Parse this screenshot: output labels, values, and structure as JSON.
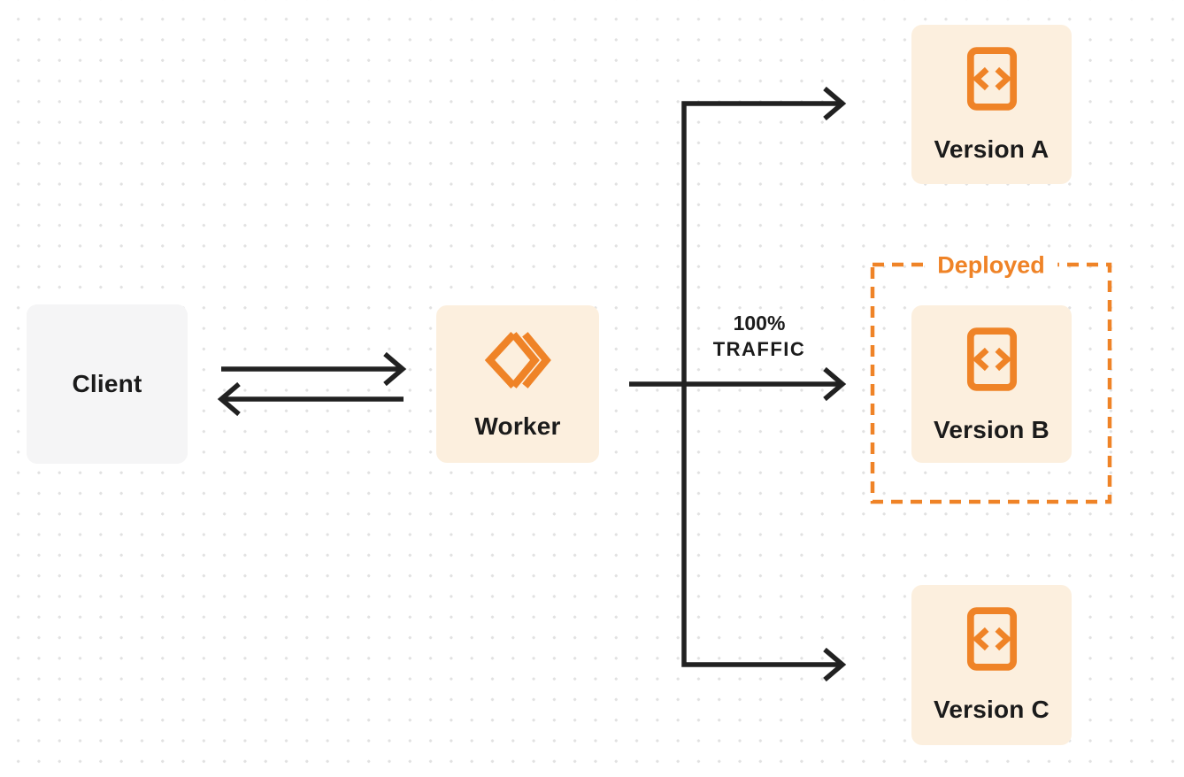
{
  "colors": {
    "accent_orange": "#EF8327",
    "box_peach": "#FCEFDE",
    "box_gray": "#F5F5F6",
    "arrow_ink": "#212121",
    "text_dark": "#1B1B1B",
    "dot_grid": "#E1E1E1",
    "canvas_bg": "#FFFFFF"
  },
  "nodes": {
    "client": {
      "label": "Client"
    },
    "worker": {
      "label": "Worker",
      "icon": "workers-logo-icon"
    },
    "version_a": {
      "label": "Version A",
      "icon": "code-file-icon"
    },
    "version_b": {
      "label": "Version B",
      "icon": "code-file-icon"
    },
    "version_c": {
      "label": "Version C",
      "icon": "code-file-icon"
    }
  },
  "annotations": {
    "deployed_label": "Deployed",
    "traffic_percent": "100%",
    "traffic_caption": "TRAFFIC"
  },
  "edges": [
    {
      "from": "client",
      "to": "worker",
      "bidirectional": true
    },
    {
      "from": "worker",
      "to": "version_a"
    },
    {
      "from": "worker",
      "to": "version_b",
      "label": "100% TRAFFIC"
    },
    {
      "from": "worker",
      "to": "version_c"
    }
  ]
}
